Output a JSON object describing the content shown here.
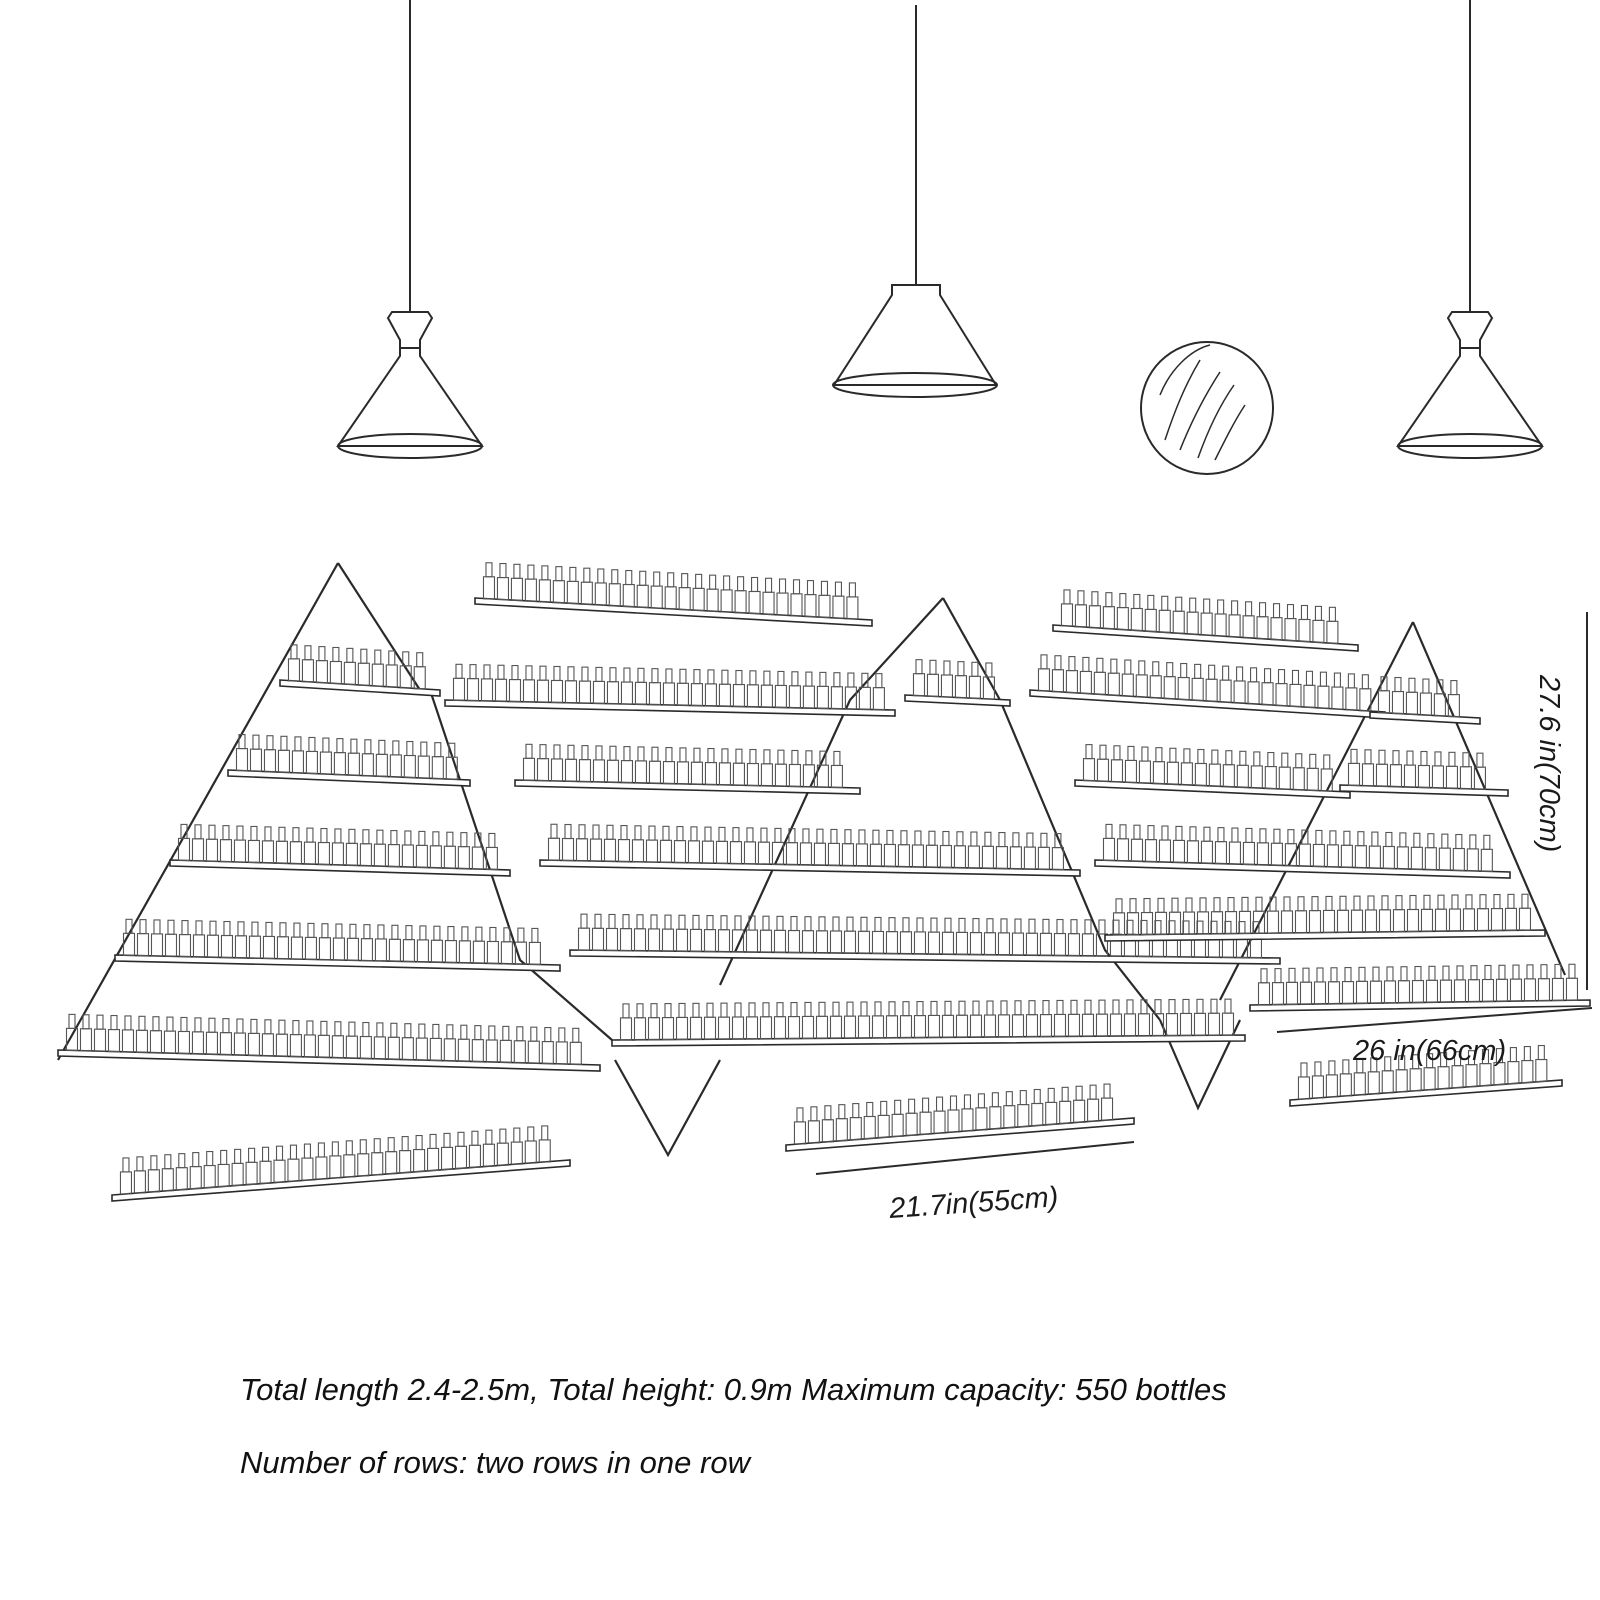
{
  "dimensions": {
    "height_label": "27.6 in(70cm)",
    "right_shelf_width_label": "26 in(66cm)",
    "small_shelf_width_label": "21.7in(55cm)"
  },
  "caption": {
    "line1": "Total length 2.4-2.5m, Total height: 0.9m Maximum capacity: 550 bottles",
    "line2": "Number of rows: two rows in one row"
  },
  "style": {
    "line_color": "#2a2a2a",
    "bottle_color": "#555555",
    "background": "#ffffff"
  }
}
